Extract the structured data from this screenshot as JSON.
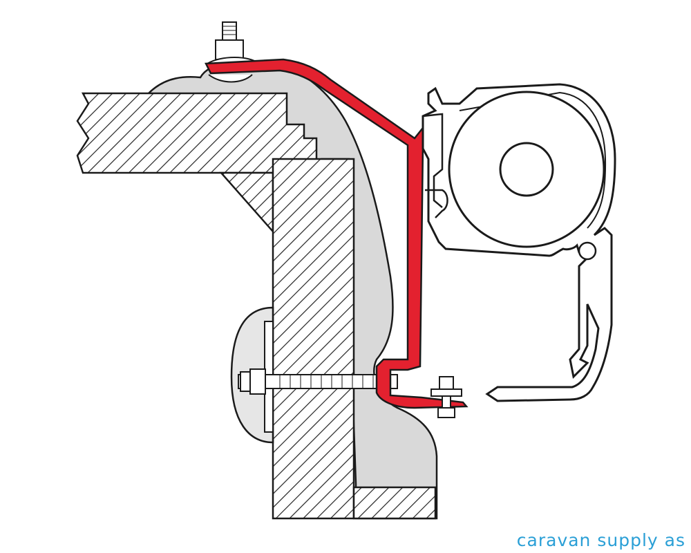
{
  "watermark": {
    "text": "caravan supply as",
    "color": "#2a9fd6"
  },
  "colors": {
    "bracket_red": "#e3212f",
    "foam_gray": "#d9d9d9",
    "outline_black": "#1a1a1a",
    "hatch_black": "#222222",
    "background": "#ffffff"
  },
  "components": {
    "roof_panel": "hatched-panel",
    "wall_panel": "hatched-panel",
    "sealant_profile": "gray-profile",
    "adapter_bracket": "red-bracket",
    "awning_case": "outlined-profile",
    "fabric_roller": "roller",
    "wall_bolt": "threaded-bolt",
    "roof_bolt": "threaded-bolt",
    "base_bolt": "threaded-bolt"
  }
}
